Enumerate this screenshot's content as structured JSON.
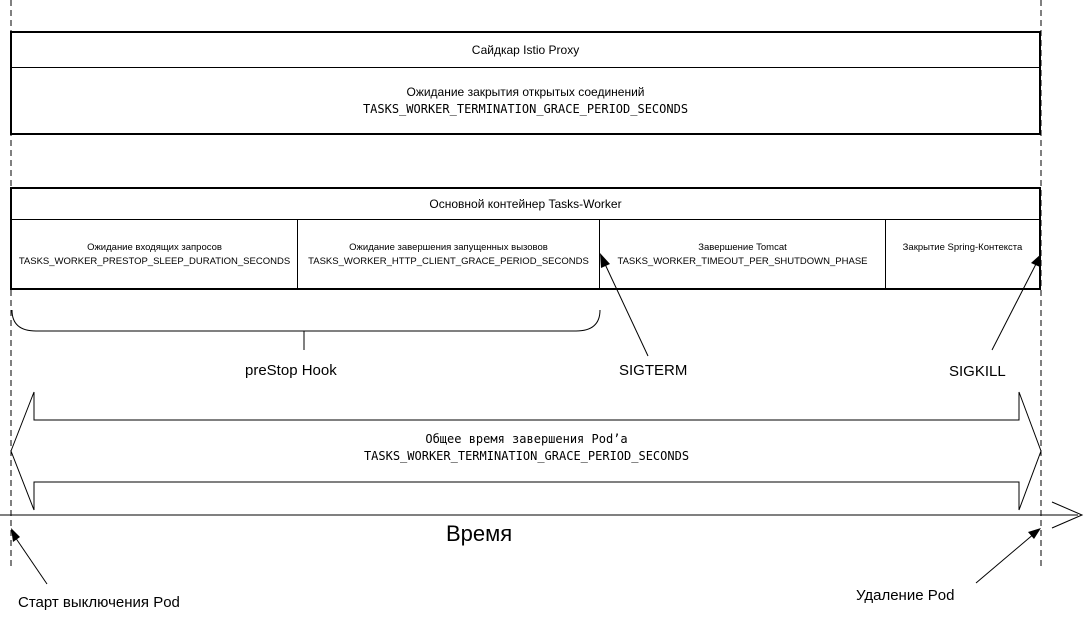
{
  "sidecar": {
    "title": "Сайдкар Istio Proxy",
    "line1": "Ожидание закрытия открытых соединений",
    "line2": "TASKS_WORKER_TERMINATION_GRACE_PERIOD_SECONDS"
  },
  "main_container": {
    "title": "Основной контейнер Tasks-Worker",
    "phases": [
      {
        "line1": "Ожидание входящих запросов",
        "line2": "TASKS_WORKER_PRESTOP_SLEEP_DURATION_SECONDS"
      },
      {
        "line1": "Ожидание завершения запущенных вызовов",
        "line2": "TASKS_WORKER_HTTP_CLIENT_GRACE_PERIOD_SECONDS"
      },
      {
        "line1": "Завершение Tomcat",
        "line2": "TASKS_WORKER_TIMEOUT_PER_SHUTDOWN_PHASE"
      },
      {
        "line1": "Закрытие Spring-Контекста",
        "line2": ""
      }
    ]
  },
  "labels": {
    "prestop_hook": "preStop Hook",
    "sigterm": "SIGTERM",
    "sigkill": "SIGKILL"
  },
  "total": {
    "line1": "Общее время завершения Pod’a",
    "line2": "TASKS_WORKER_TERMINATION_GRACE_PERIOD_SECONDS"
  },
  "timeline": {
    "label": "Время",
    "start": "Старт выключения Pod",
    "end": "Удаление Pod"
  }
}
